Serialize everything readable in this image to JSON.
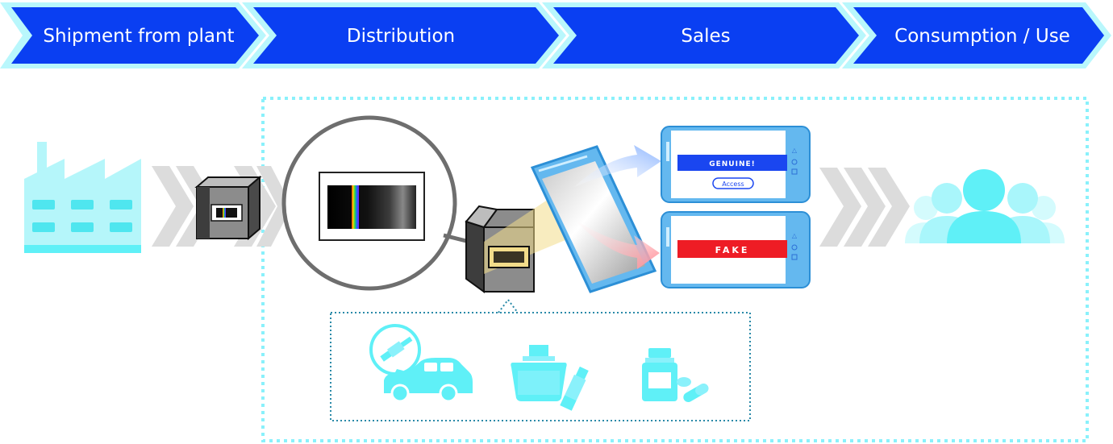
{
  "stages": [
    {
      "label": "Shipment from plant"
    },
    {
      "label": "Distribution"
    },
    {
      "label": "Sales"
    },
    {
      "label": "Consumption / Use"
    }
  ],
  "results": {
    "genuine": {
      "label": "GENUINE!",
      "button": "Access",
      "color": "#1a46f0"
    },
    "fake": {
      "label": "FAKE",
      "color": "#ee1c25"
    }
  },
  "colors": {
    "stage_fill": "#0a3ff2",
    "stage_border": "#8af1fb",
    "accent_cyan": "#5ff0f7",
    "chevron_gray": "#dcdcdc",
    "label_highlight": "#f2dc8a"
  },
  "icons": {
    "factory": "factory-icon",
    "product_box": "product-box-icon",
    "magnifier": "magnifier-icon",
    "smartphone": "smartphone-icon",
    "people": "people-icon",
    "car": "car-icon",
    "spark_plug": "spark-plug-icon",
    "cosmetics": "cosmetics-icon",
    "medicine": "medicine-icon"
  }
}
